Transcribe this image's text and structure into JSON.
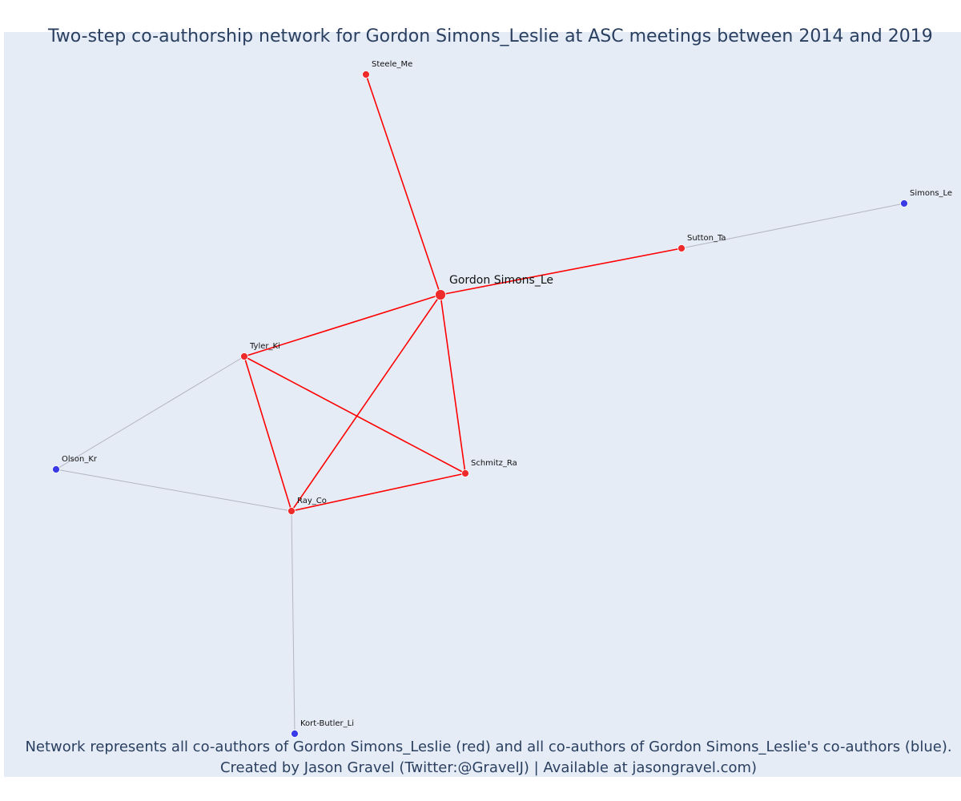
{
  "title": "Two-step co-authorship network for Gordon Simons_Leslie at ASC meetings between 2014 and 2019",
  "caption": {
    "line1": "Network represents all co-authors of Gordon Simons_Leslie (red) and all co-authors of Gordon Simons_Leslie's co-authors (blue).",
    "line2": "Created by Jason Gravel (Twitter:@GravelJ) | Available at jasongravel.com)"
  },
  "colors": {
    "plot_background": "#e5ecf6",
    "first_step": "#ef2a2a",
    "second_step": "#3a3ae6",
    "first_step_edge": "#ff0000",
    "second_step_edge": "#b4b4c4",
    "node_outline": "#ffffff"
  },
  "nodes": [
    {
      "id": "gordon",
      "label": "Gordon Simons_Le",
      "group": "ego"
    },
    {
      "id": "steele",
      "label": "Steele_Me",
      "group": "first"
    },
    {
      "id": "sutton",
      "label": "Sutton_Ta",
      "group": "first"
    },
    {
      "id": "tyler",
      "label": "Tyler_Ki",
      "group": "first"
    },
    {
      "id": "schmitz",
      "label": "Schmitz_Ra",
      "group": "first"
    },
    {
      "id": "ray",
      "label": "Ray_Co",
      "group": "first"
    },
    {
      "id": "simons",
      "label": "Simons_Le",
      "group": "second"
    },
    {
      "id": "olson",
      "label": "Olson_Kr",
      "group": "second"
    },
    {
      "id": "kort",
      "label": "Kort-Butler_Li",
      "group": "second"
    }
  ],
  "edges": [
    {
      "source": "gordon",
      "target": "steele",
      "kind": "first"
    },
    {
      "source": "gordon",
      "target": "sutton",
      "kind": "first"
    },
    {
      "source": "gordon",
      "target": "tyler",
      "kind": "first"
    },
    {
      "source": "gordon",
      "target": "schmitz",
      "kind": "first"
    },
    {
      "source": "gordon",
      "target": "ray",
      "kind": "first"
    },
    {
      "source": "tyler",
      "target": "ray",
      "kind": "first"
    },
    {
      "source": "tyler",
      "target": "schmitz",
      "kind": "first"
    },
    {
      "source": "ray",
      "target": "schmitz",
      "kind": "first"
    },
    {
      "source": "sutton",
      "target": "simons",
      "kind": "second"
    },
    {
      "source": "tyler",
      "target": "olson",
      "kind": "second"
    },
    {
      "source": "olson",
      "target": "ray",
      "kind": "second"
    },
    {
      "source": "ray",
      "target": "kort",
      "kind": "second"
    }
  ]
}
